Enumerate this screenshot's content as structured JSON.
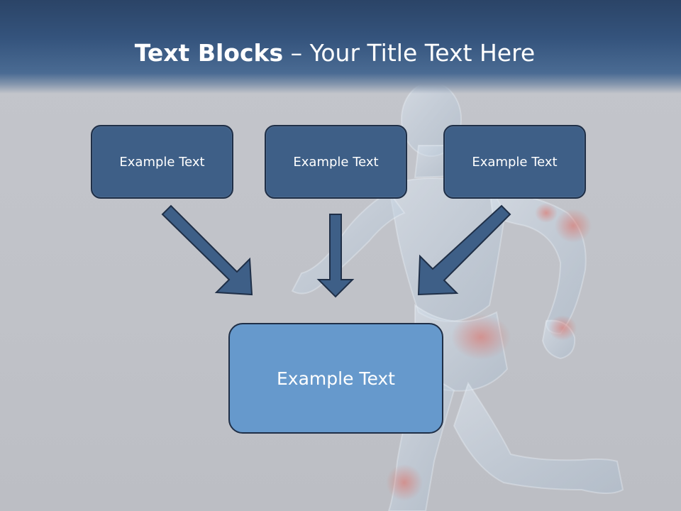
{
  "title": {
    "bold": "Text Blocks",
    "rest": " – Your Title Text Here"
  },
  "boxes": {
    "left": "Example Text",
    "middle": "Example Text",
    "right": "Example Text",
    "bottom": "Example Text"
  },
  "colors": {
    "title_band": "#2b4467",
    "small_box_fill": "#3e5f87",
    "big_box_fill": "#6699cc",
    "box_border": "#1f2f47",
    "arrow_fill": "#3e5f87",
    "background": "#c2c4ca"
  }
}
